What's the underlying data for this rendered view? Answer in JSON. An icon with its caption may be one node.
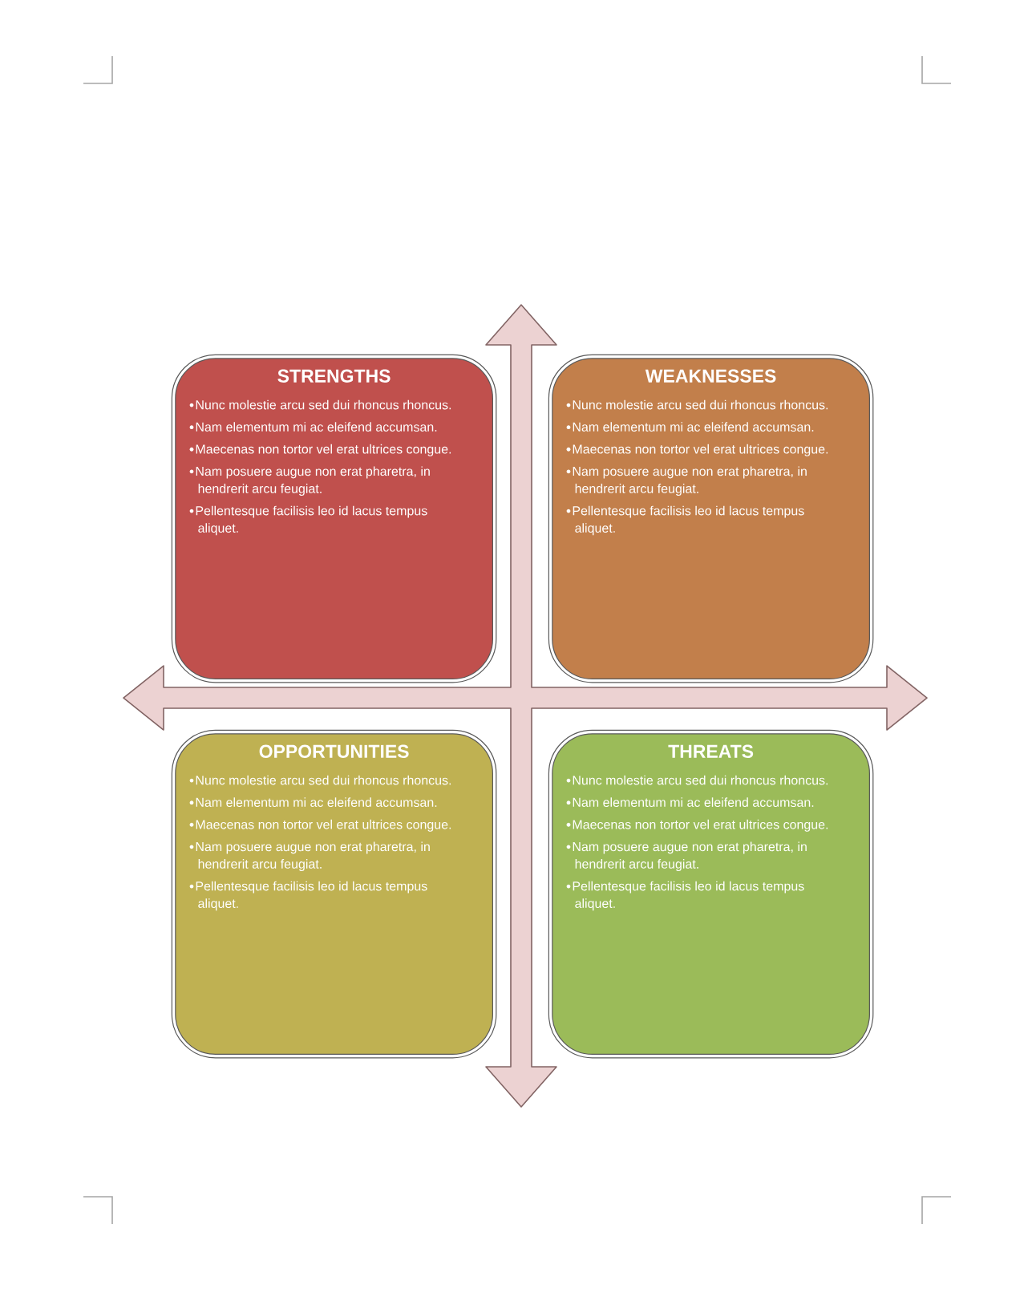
{
  "diagram": {
    "nodes": [
      {
        "text": [
          "STRENGTHS",
          "Nunc molestie arcu sed dui rhoncus rhoncus.",
          "Nam elementum mi ac eleifend accumsan.",
          "Maecenas non tortor vel erat ultrices congue.",
          "Nam posuere augue non erat pharetra, in hendrerit arcu feugiat.",
          "Pellentesque facilisis leo id lacus tempus aliquet."
        ]
      },
      {
        "text": [
          "WEAKNESSES",
          "Nunc molestie arcu sed dui rhoncus rhoncus.",
          "Nam elementum mi ac eleifend accumsan.",
          "Maecenas non tortor vel erat ultrices congue.",
          "Nam posuere augue non erat pharetra, in hendrerit arcu feugiat.",
          "Pellentesque facilisis leo id lacus tempus aliquet."
        ]
      },
      {
        "text": [
          "OPPORTUNITIES",
          "Nunc molestie arcu sed dui rhoncus rhoncus.",
          "Nam elementum mi ac eleifend accumsan.",
          "Maecenas non tortor vel erat ultrices congue.",
          "Nam posuere augue non erat pharetra, in hendrerit arcu feugiat.",
          "Pellentesque facilisis leo id lacus tempus aliquet."
        ]
      },
      {
        "text": [
          "THREATS",
          "Nunc molestie arcu sed dui rhoncus rhoncus.",
          "Nam elementum mi ac eleifend accumsan.",
          "Maecenas non tortor vel erat ultrices congue.",
          "Nam posuere augue non erat pharetra, in hendrerit arcu feugiat.",
          "Pellentesque facilisis leo id lacus tempus aliquet."
        ]
      }
    ]
  }
}
